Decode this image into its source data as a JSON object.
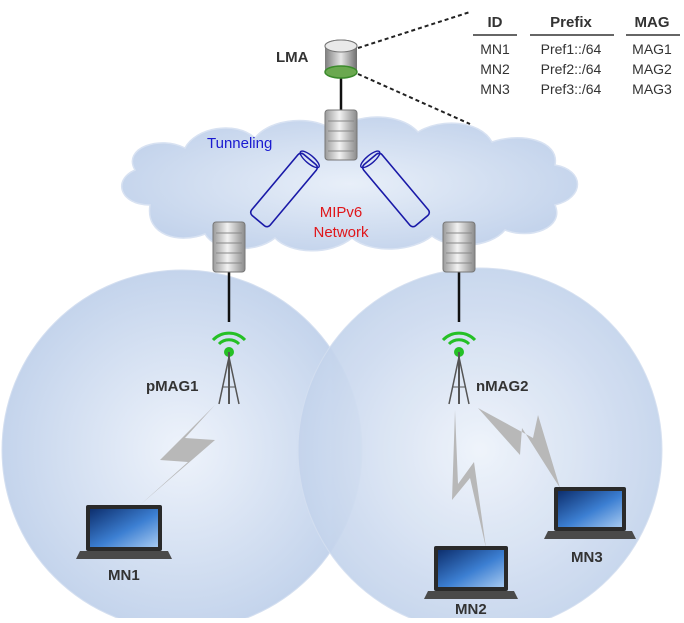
{
  "lma": {
    "label": "LMA"
  },
  "table": {
    "headers": [
      "ID",
      "Prefix",
      "MAG"
    ],
    "rows": [
      [
        "MN1",
        "Pref1::/64",
        "MAG1"
      ],
      [
        "MN2",
        "Pref2::/64",
        "MAG2"
      ],
      [
        "MN3",
        "Pref3::/64",
        "MAG3"
      ]
    ]
  },
  "cloud": {
    "tunneling_label": "Tunneling",
    "network_line1": "MIPv6",
    "network_line2": "Network"
  },
  "mags": {
    "left": "pMAG1",
    "right": "nMAG2"
  },
  "nodes": {
    "mn1": "MN1",
    "mn2": "MN2",
    "mn3": "MN3"
  },
  "colors": {
    "cell_fill": "#c9d8ef",
    "cell_edge": "#eef3fb",
    "cloud_fill": "#c8d8ee",
    "tunnel": "#1a1aa8",
    "network_text": "#e0161a",
    "tunneling_text": "#1a1ad0",
    "signal_green": "#25c025",
    "lightning": "#b8b8b8"
  }
}
